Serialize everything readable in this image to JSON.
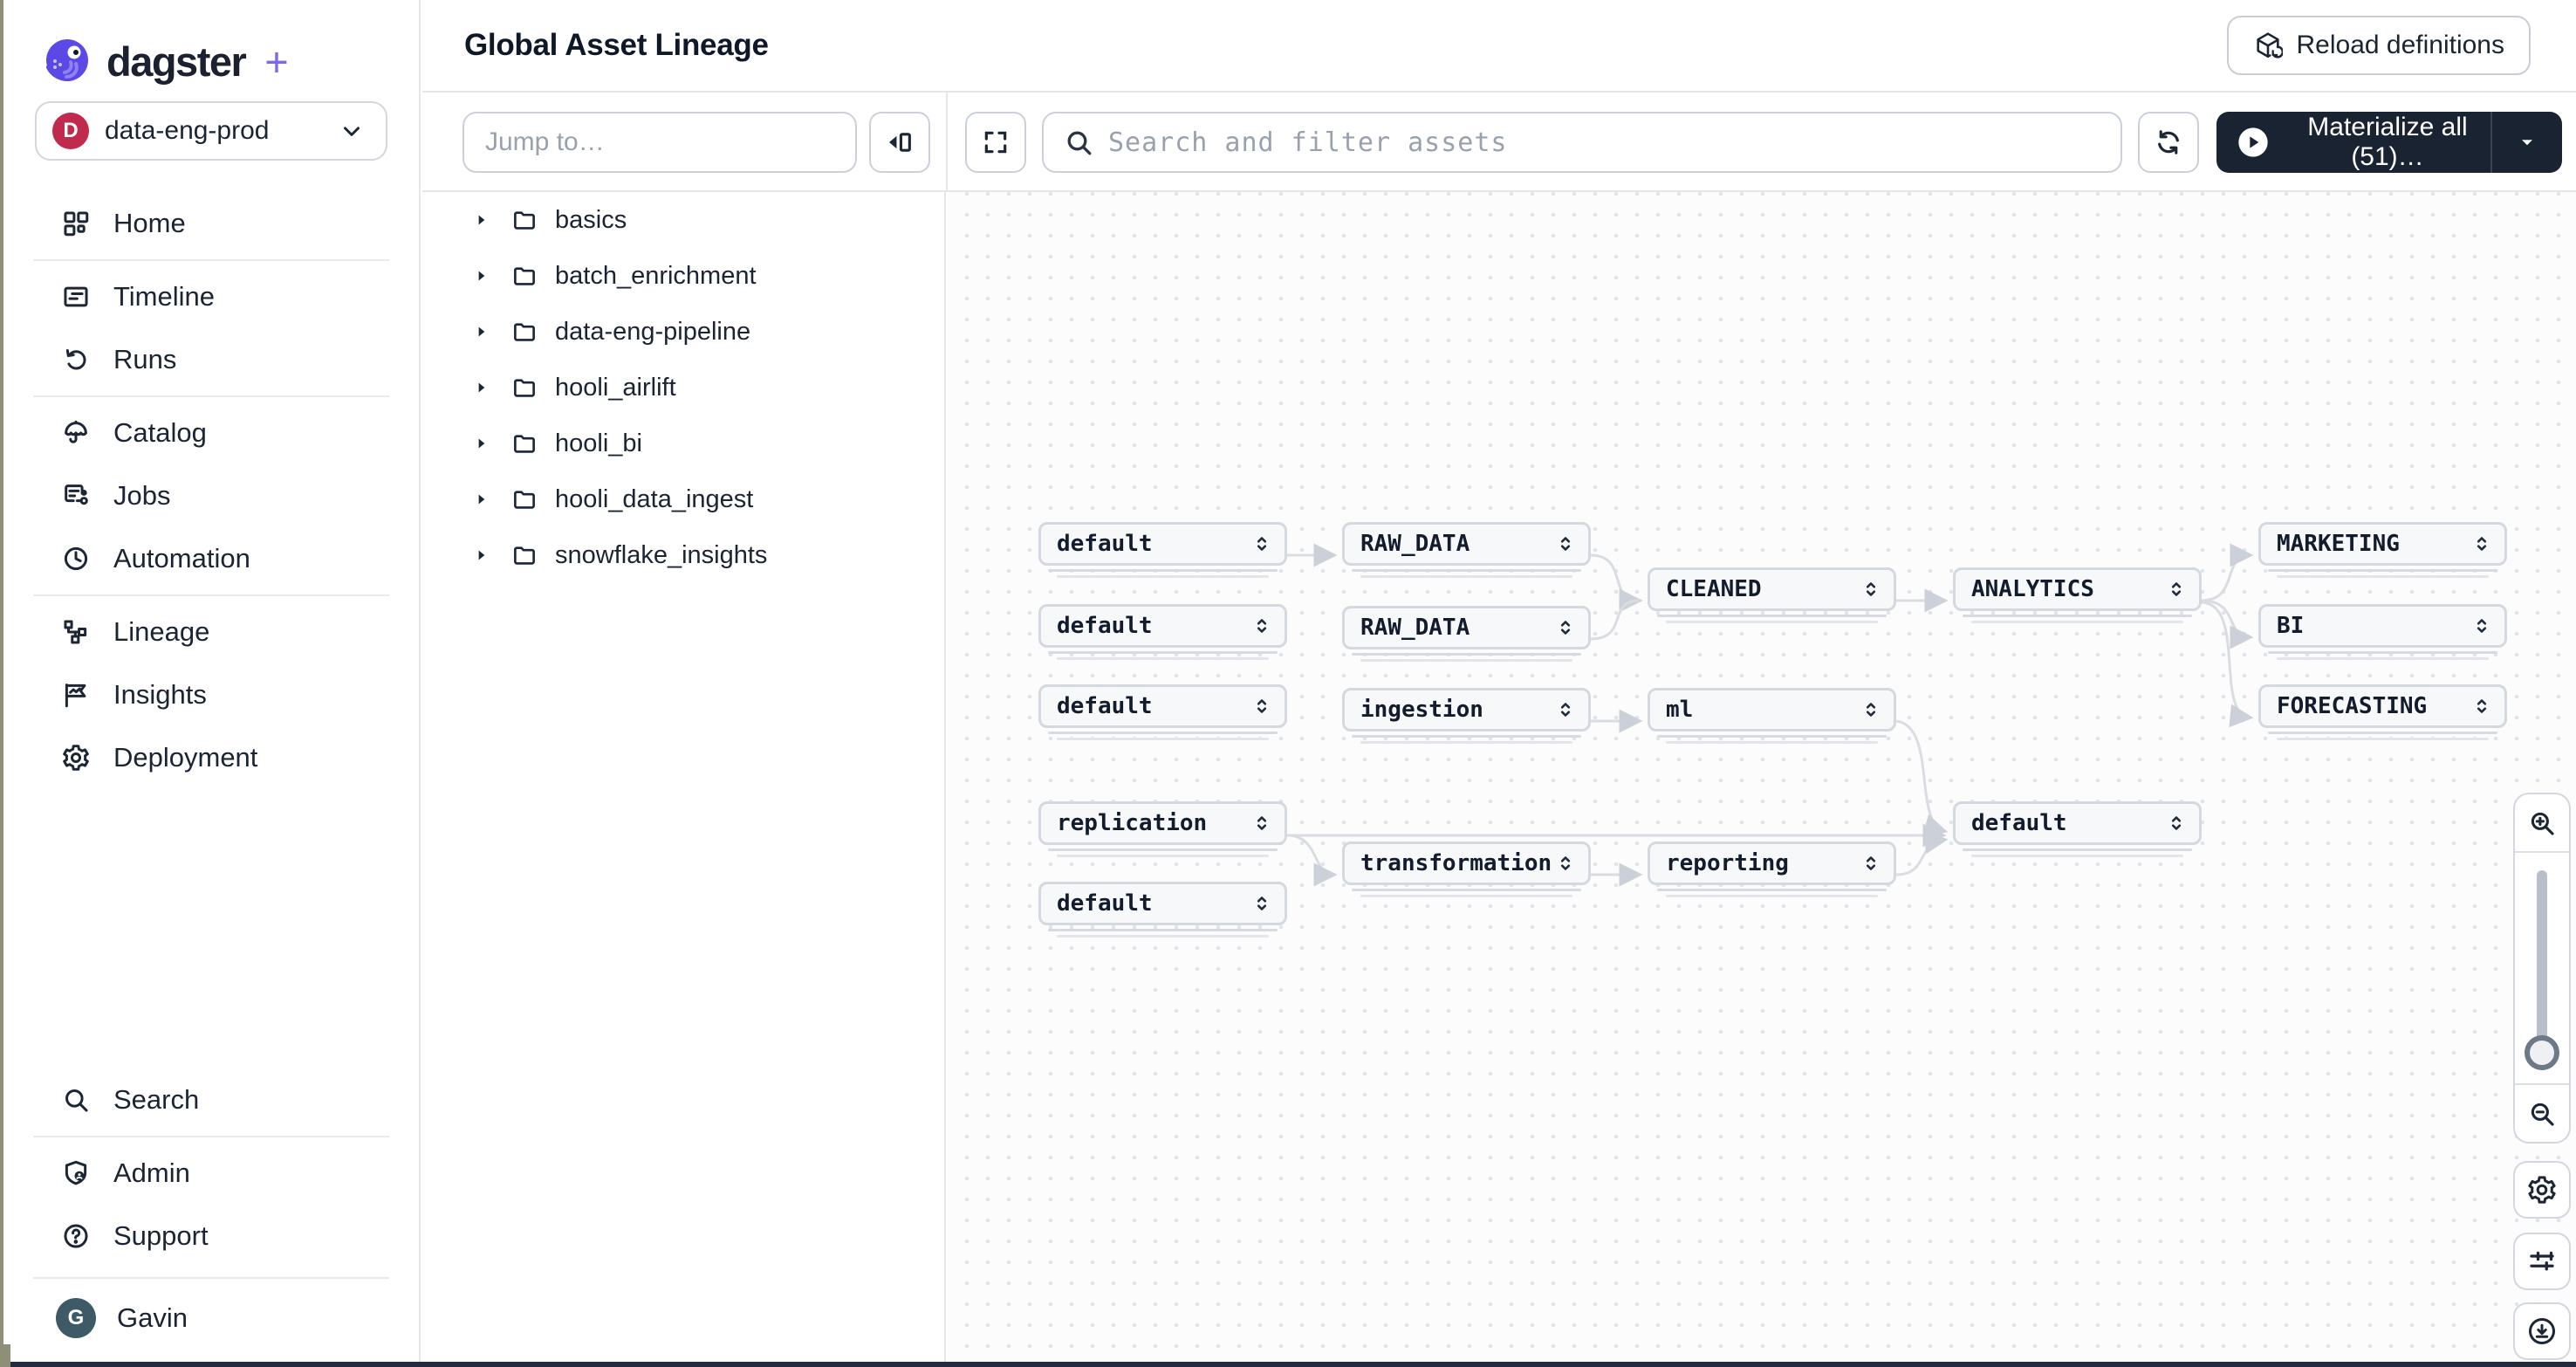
{
  "brand": {
    "wordmark": "dagster",
    "plus": "+"
  },
  "deployment_selector": {
    "initial": "D",
    "label": "data-eng-prod"
  },
  "sidebar": {
    "groups": [
      {
        "items": [
          {
            "id": "home",
            "label": "Home",
            "icon": "home"
          }
        ]
      },
      {
        "items": [
          {
            "id": "timeline",
            "label": "Timeline",
            "icon": "timeline"
          },
          {
            "id": "runs",
            "label": "Runs",
            "icon": "runs"
          }
        ]
      },
      {
        "items": [
          {
            "id": "catalog",
            "label": "Catalog",
            "icon": "catalog"
          },
          {
            "id": "jobs",
            "label": "Jobs",
            "icon": "jobs"
          },
          {
            "id": "automation",
            "label": "Automation",
            "icon": "automation"
          }
        ]
      },
      {
        "items": [
          {
            "id": "lineage",
            "label": "Lineage",
            "icon": "lineage"
          },
          {
            "id": "insights",
            "label": "Insights",
            "icon": "insights"
          },
          {
            "id": "deployment",
            "label": "Deployment",
            "icon": "deployment"
          }
        ]
      }
    ],
    "bottom_groups": [
      {
        "items": [
          {
            "id": "search",
            "label": "Search",
            "icon": "search"
          }
        ]
      },
      {
        "items": [
          {
            "id": "admin",
            "label": "Admin",
            "icon": "admin"
          },
          {
            "id": "support",
            "label": "Support",
            "icon": "support"
          }
        ]
      }
    ],
    "user": {
      "initial": "G",
      "name": "Gavin"
    }
  },
  "header": {
    "title": "Global Asset Lineage",
    "reload_button": "Reload definitions"
  },
  "toolbar": {
    "jump_placeholder": "Jump to…",
    "search_placeholder": "Search and filter assets",
    "materialize_label": "Materialize all (51)…"
  },
  "tree": {
    "folders": [
      "basics",
      "batch_enrichment",
      "data-eng-pipeline",
      "hooli_airlift",
      "hooli_bi",
      "hooli_data_ingest",
      "snowflake_insights"
    ]
  },
  "graph": {
    "nodes": [
      {
        "id": "default-1",
        "label": "default"
      },
      {
        "id": "raw_data-1",
        "label": "RAW_DATA"
      },
      {
        "id": "marketing",
        "label": "MARKETING"
      },
      {
        "id": "cleaned",
        "label": "CLEANED"
      },
      {
        "id": "analytics",
        "label": "ANALYTICS"
      },
      {
        "id": "default-2",
        "label": "default"
      },
      {
        "id": "raw_data-2",
        "label": "RAW_DATA"
      },
      {
        "id": "bi",
        "label": "BI"
      },
      {
        "id": "default-3",
        "label": "default"
      },
      {
        "id": "ingestion",
        "label": "ingestion"
      },
      {
        "id": "ml",
        "label": "ml"
      },
      {
        "id": "forecasting",
        "label": "FORECASTING"
      },
      {
        "id": "replication",
        "label": "replication"
      },
      {
        "id": "default-4",
        "label": "default"
      },
      {
        "id": "transformation",
        "label": "transformation"
      },
      {
        "id": "reporting",
        "label": "reporting"
      },
      {
        "id": "default-5",
        "label": "default"
      }
    ]
  },
  "colors": {
    "accent_purple": "#7a68f5",
    "brand_navy": "#1b2433",
    "deployment_badge": "#bf2a4d",
    "user_badge": "#3e5a66",
    "dark_button": "#1a2332",
    "node_border": "#d4d8df",
    "edge": "#d9dce1"
  }
}
